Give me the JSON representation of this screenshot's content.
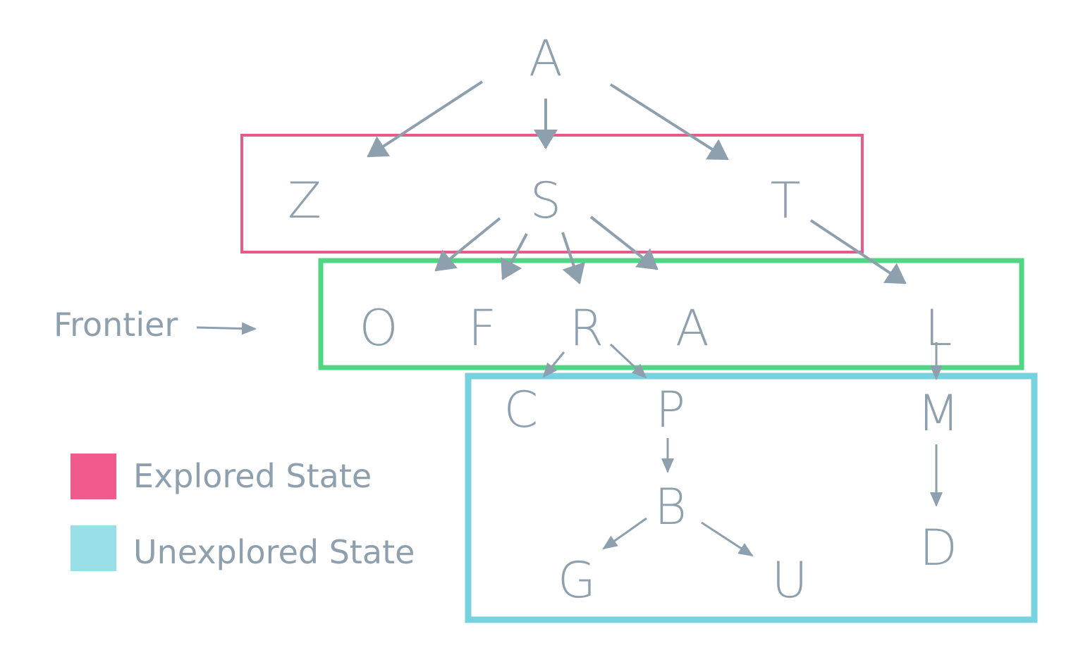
{
  "colors": {
    "explored": "#e85a8a",
    "explored_swatch": "#f05a8c",
    "frontier": "#4ed683",
    "unexplored": "#76d2de",
    "unexplored_swatch": "#98dfe8",
    "ink": "#8e9fae"
  },
  "nodes": {
    "a_root": "A",
    "z": "Z",
    "s": "S",
    "t": "T",
    "o": "O",
    "f": "F",
    "r": "R",
    "a_frontier": "A",
    "l": "L",
    "c": "C",
    "p": "P",
    "m": "M",
    "b": "B",
    "d": "D",
    "g": "G",
    "u": "U"
  },
  "edges": [
    [
      "A",
      "Z"
    ],
    [
      "A",
      "S"
    ],
    [
      "A",
      "T"
    ],
    [
      "S",
      "O"
    ],
    [
      "S",
      "F"
    ],
    [
      "S",
      "R"
    ],
    [
      "S",
      "A"
    ],
    [
      "T",
      "L"
    ],
    [
      "L",
      "M"
    ],
    [
      "M",
      "D"
    ],
    [
      "R",
      "C"
    ],
    [
      "R",
      "P"
    ],
    [
      "P",
      "B"
    ],
    [
      "B",
      "G"
    ],
    [
      "B",
      "U"
    ]
  ],
  "frontier_label": "Frontier",
  "legend": {
    "explored_label": "Explored State",
    "unexplored_label": "Unexplored State"
  }
}
